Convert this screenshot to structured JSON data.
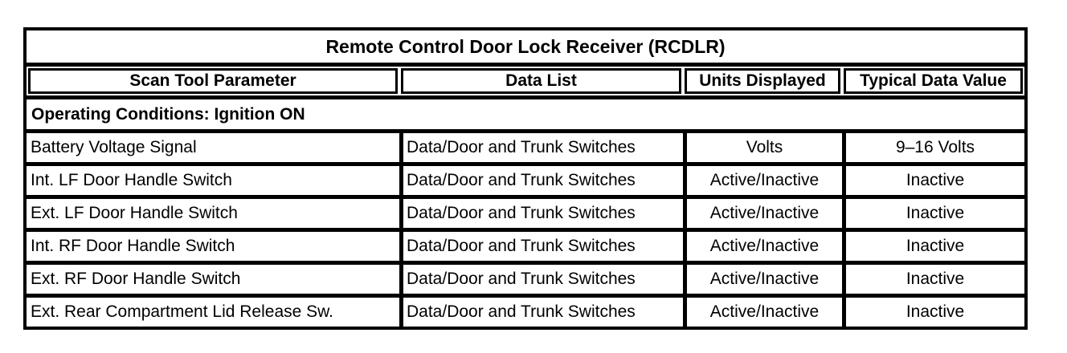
{
  "table": {
    "title": "Remote Control Door Lock Receiver (RCDLR)",
    "columns": [
      "Scan Tool Parameter",
      "Data List",
      "Units Displayed",
      "Typical Data Value"
    ],
    "operating_conditions": "Operating Conditions: Ignition ON",
    "rows": [
      {
        "parameter": "Battery Voltage Signal",
        "data_list": "Data/Door and Trunk Switches",
        "units": "Volts",
        "typical": "9–16 Volts"
      },
      {
        "parameter": "Int. LF Door Handle Switch",
        "data_list": "Data/Door and Trunk Switches",
        "units": "Active/Inactive",
        "typical": "Inactive"
      },
      {
        "parameter": "Ext. LF Door Handle Switch",
        "data_list": "Data/Door and Trunk Switches",
        "units": "Active/Inactive",
        "typical": "Inactive"
      },
      {
        "parameter": "Int. RF Door Handle Switch",
        "data_list": "Data/Door and Trunk Switches",
        "units": "Active/Inactive",
        "typical": "Inactive"
      },
      {
        "parameter": "Ext. RF Door Handle Switch",
        "data_list": "Data/Door and Trunk Switches",
        "units": "Active/Inactive",
        "typical": "Inactive"
      },
      {
        "parameter": "Ext. Rear Compartment Lid Release Sw.",
        "data_list": "Data/Door and Trunk Switches",
        "units": "Active/Inactive",
        "typical": "Inactive"
      }
    ]
  },
  "colors": {
    "border": "#000000",
    "background": "#ffffff",
    "text": "#000000"
  }
}
